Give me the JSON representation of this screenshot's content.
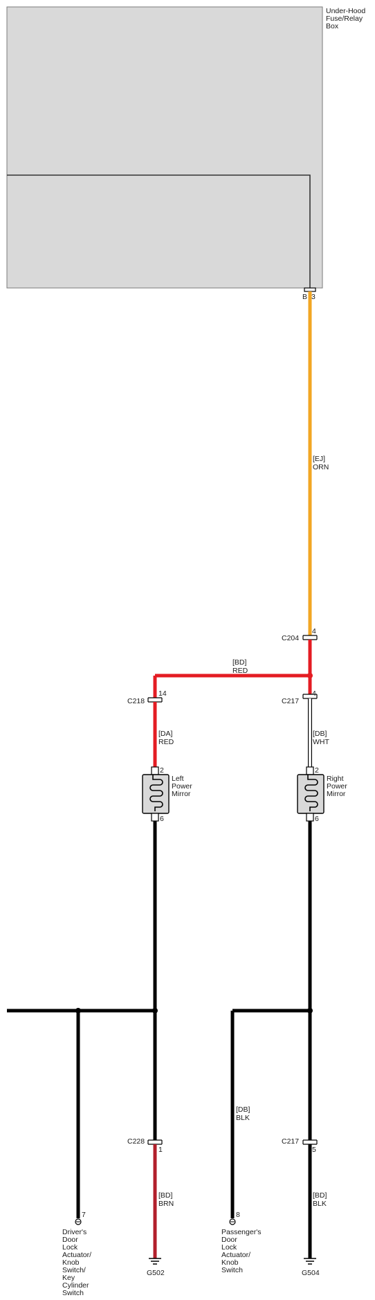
{
  "colors": {
    "box_fill": "#d9d9d9",
    "box_stroke": "#7a7a7a",
    "orange": "#f2a623",
    "red": "#e41c23",
    "black": "#000000",
    "brown": "#b21f2b",
    "white_wire": "#ffffff"
  },
  "fuse_box": {
    "title_lines": [
      "Under-Hood",
      "Fuse/Relay",
      "Box"
    ],
    "pin_letter": "B",
    "pin_number": "3"
  },
  "wires": {
    "ej_code": "[EJ]",
    "ej_color": "ORN",
    "bd_red_code": "[BD]",
    "bd_red_color": "RED",
    "da_code": "[DA]",
    "da_color": "RED",
    "db_wht_code": "[DB]",
    "db_wht_color": "WHT",
    "db_blk_code": "[DB]",
    "db_blk_color": "BLK",
    "bd_brn_code": "[BD]",
    "bd_brn_color": "BRN",
    "bd_blk_code": "[BD]",
    "bd_blk_color": "BLK"
  },
  "connectors": {
    "c204": {
      "name": "C204",
      "pin": "4"
    },
    "c218": {
      "name": "C218",
      "pin": "14"
    },
    "c217_top": {
      "name": "C217",
      "pin": "4"
    },
    "c228": {
      "name": "C228",
      "pin": "1"
    },
    "c217_bottom": {
      "name": "C217",
      "pin": "5"
    }
  },
  "left_mirror": {
    "label_lines": [
      "Left",
      "Power",
      "Mirror"
    ],
    "pin_top": "2",
    "pin_bottom": "6"
  },
  "right_mirror": {
    "label_lines": [
      "Right",
      "Power",
      "Mirror"
    ],
    "pin_top": "2",
    "pin_bottom": "6"
  },
  "driver_switch": {
    "pin": "7",
    "label_lines": [
      "Driver's",
      "Door",
      "Lock",
      "Actuator/",
      "Knob",
      "Switch/",
      "Key",
      "Cylinder",
      "Switch"
    ]
  },
  "passenger_switch": {
    "pin": "8",
    "label_lines": [
      "Passenger's",
      "Door",
      "Lock",
      "Actuator/",
      "Knob",
      "Switch"
    ]
  },
  "grounds": {
    "left": "G502",
    "right": "G504"
  }
}
